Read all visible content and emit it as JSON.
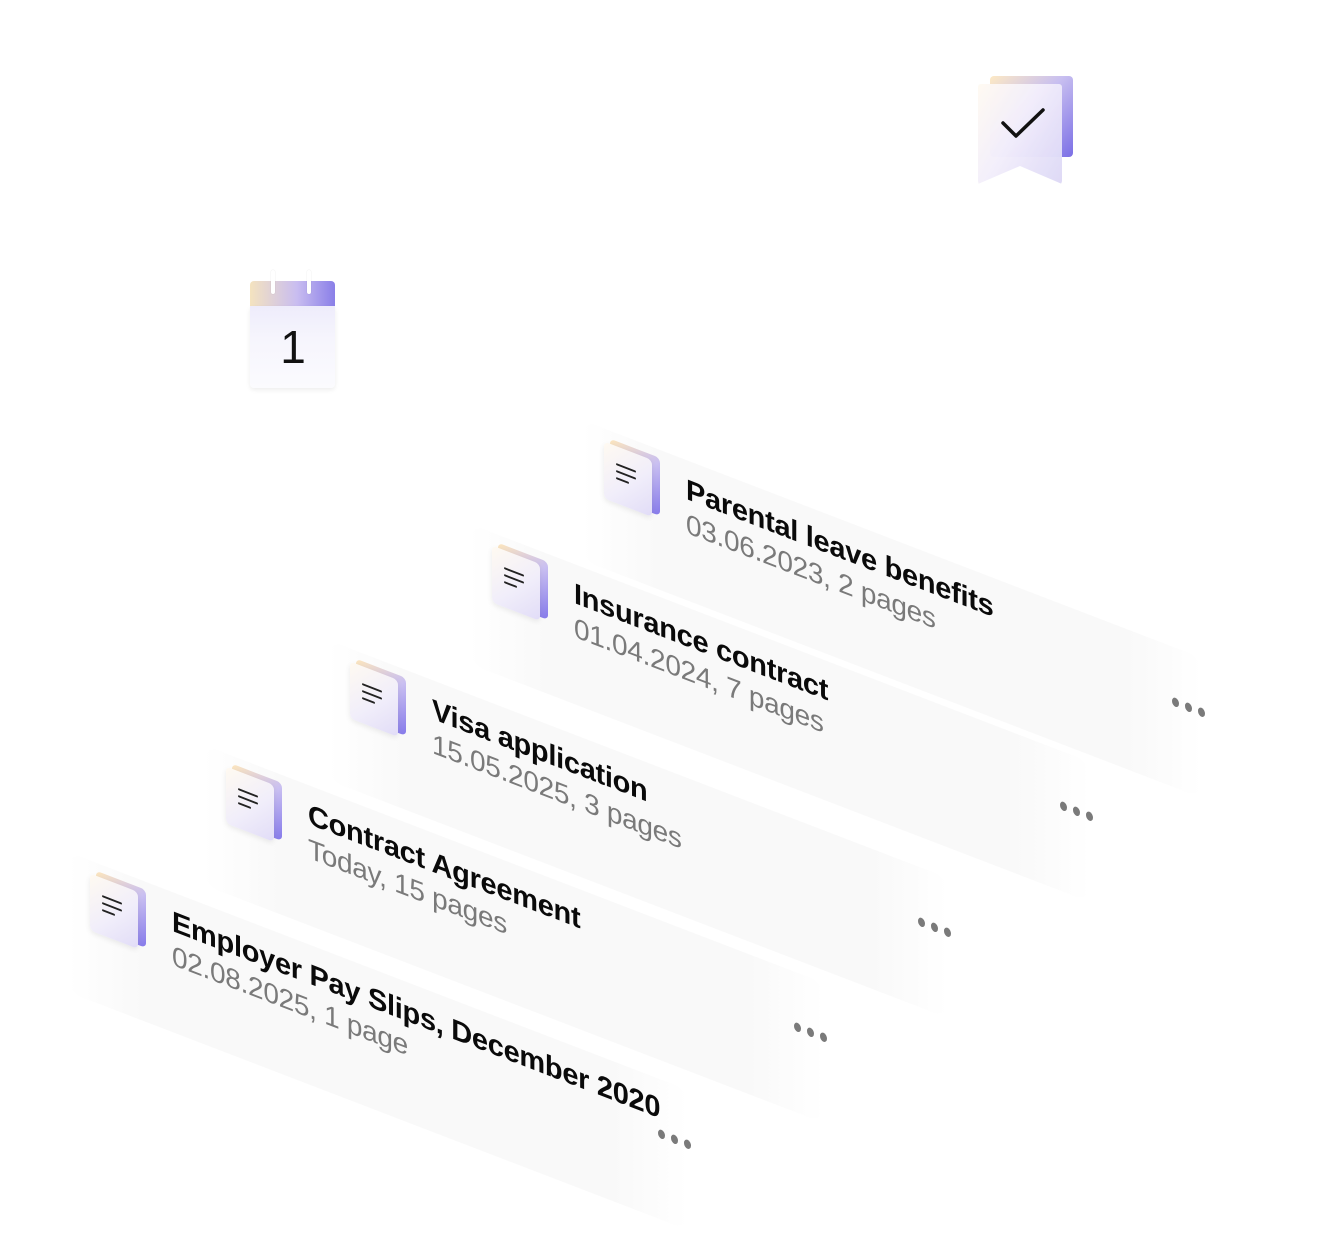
{
  "icons": {
    "bookmark": {
      "name": "bookmark-check-icon"
    },
    "calendar": {
      "name": "calendar-icon",
      "day": "1"
    }
  },
  "documents": [
    {
      "title": "Parental leave benefits",
      "subtitle": "03.06.2023, 2 pages"
    },
    {
      "title": "Insurance contract",
      "subtitle": "01.04.2024, 7 pages"
    },
    {
      "title": "Visa application",
      "subtitle": "15.05.2025, 3 pages"
    },
    {
      "title": "Contract Agreement",
      "subtitle": "Today, 15 pages"
    },
    {
      "title": "Employer Pay Slips, December 2020",
      "subtitle": "02.08.2025, 1 page"
    }
  ],
  "colors": {
    "accent": "#7b6fe6",
    "accent_warm": "#fde6bc",
    "title_text": "#0a0a0a",
    "meta_text": "#7a7a7a"
  }
}
